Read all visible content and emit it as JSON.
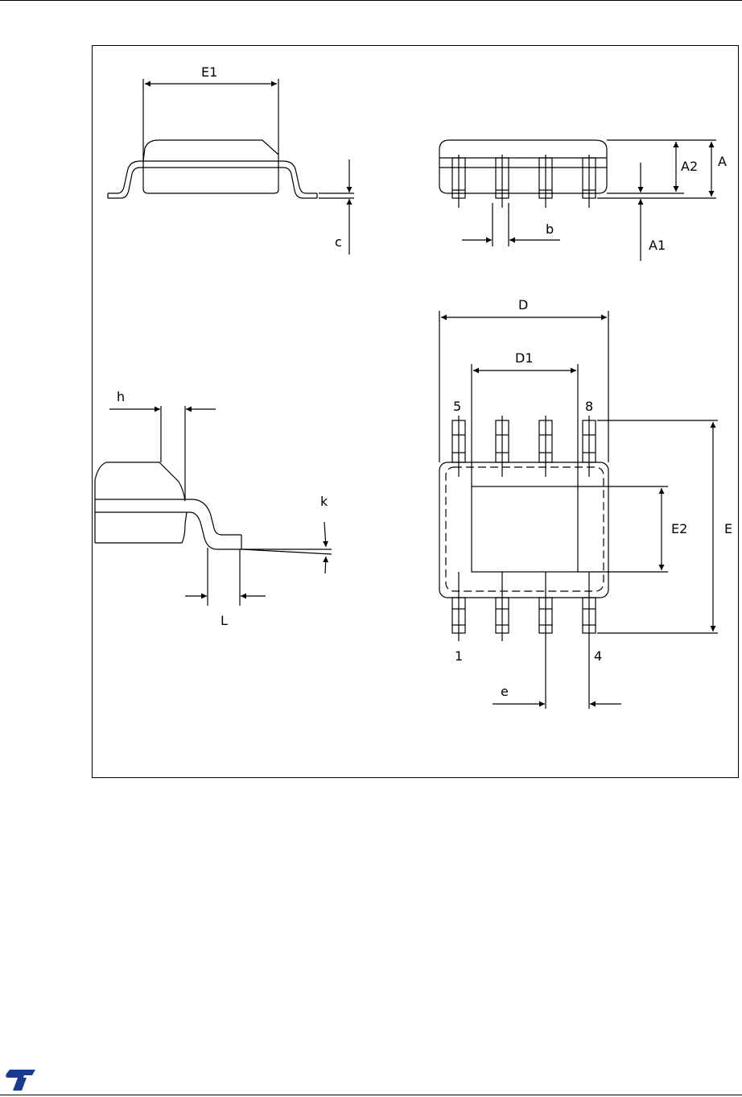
{
  "labels": {
    "E1": "E1",
    "c": "c",
    "A": "A",
    "A2": "A2",
    "A1": "A1",
    "b": "b",
    "D": "D",
    "D1": "D1",
    "E2": "E2",
    "E": "E",
    "e": "e",
    "h": "h",
    "k": "k",
    "L": "L",
    "pin1": "1",
    "pin4": "4",
    "pin5": "5",
    "pin8": "8"
  },
  "logo": {
    "text": "ST",
    "color": "#1a3a8f"
  }
}
